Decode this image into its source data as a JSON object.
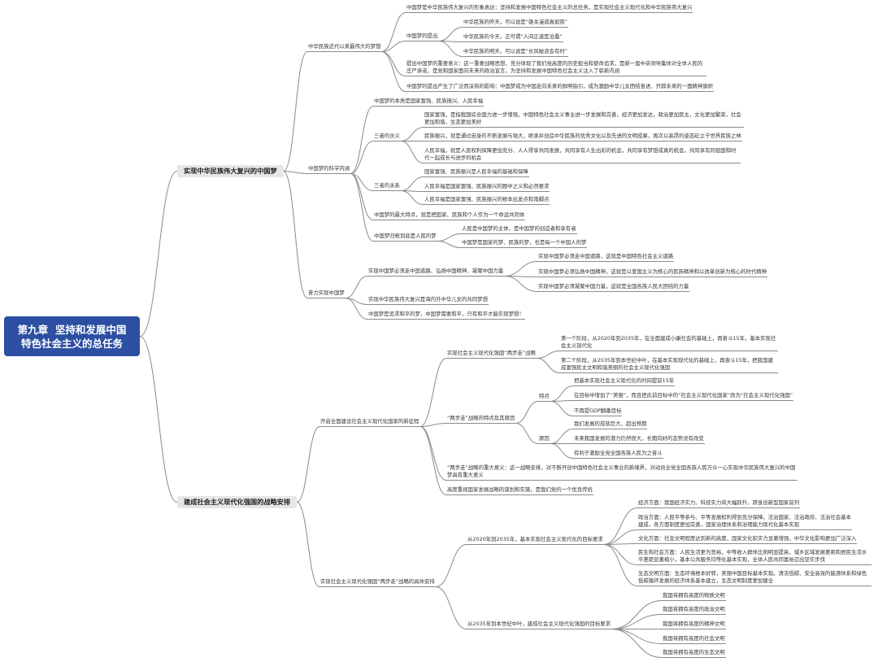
{
  "colors": {
    "root_bg": "#2c4fa3",
    "root_text": "#ffffff",
    "branch_bg": "#e6e6e6",
    "line": "#8a8a8a"
  },
  "root": {
    "lines": [
      "第九章  坚持和发展中国",
      "特色社会主义的总任务"
    ]
  },
  "branches": [
    {
      "label": "实现中华民族伟大复兴的中国梦",
      "children": [
        {
          "label": "中华民族近代以来最伟大的梦想",
          "children": [
            {
              "label": "中国梦是中华民族伟大复兴的形象表达：坚持和发展中国特色社会主义的总任务，是实现社会主义现代化和中华民族伟大复兴"
            },
            {
              "label": "中国梦的提出",
              "children": [
                {
                  "label": "中华民族的昨天，可以说是“雄关漫道真如铁”"
                },
                {
                  "label": "中华民族的今天，正可谓“人间正道是沧桑”"
                },
                {
                  "label": "中华民族的明天，可以说是“长风破浪会有时”"
                }
              ]
            },
            {
              "label": "提出中国梦的重要意义：这一重要战略思想，充分体现了我们党高度的历史担当和使命追求，是新一届中央领导集体对全体人民的庄严承诺，是党和国家面向未来的政治宣言，为坚持和发展中国特色社会主义注入了崭新内涵"
            },
            {
              "label": "中国梦的提出产生了广泛而深刻的影响：中国梦成为中国走向未来的鲜明指引，成为激励中华儿女团结奋进、开辟未来的一面精神旗帜"
            }
          ]
        },
        {
          "label": "中国梦的科学内涵",
          "children": [
            {
              "label": "中国梦的本质是国家富强、民族振兴、人民幸福"
            },
            {
              "label": "三者的含义",
              "children": [
                {
                  "label": "国家富强，是指我国综合国力进一步增强，中国特色社会主义事业进一步发展和完善，经济更加发达，政治更加民主，文化更加繁荣，社会更加和谐，生态更加美好"
                },
                {
                  "label": "民族振兴，就是通过自身的不断发展与强大，继承并创造中华民族的优秀文化以及先进的文明成果，再次以高昂的姿态屹立于世界民族之林"
                },
                {
                  "label": "人民幸福，就是人民权利保障更加充分、人人得享共同发展，共同享有人生出彩的机会，共同享有梦想成真的机会，共同享有同祖国和时代一起成长与进步的机会"
                }
              ]
            },
            {
              "label": "三者的关系",
              "children": [
                {
                  "label": "国家富强、民族振兴是人民幸福的基础和保障"
                },
                {
                  "label": "人民幸福是国家富强、民族振兴的题中之义和必然要求"
                },
                {
                  "label": "人民幸福是国家富强、民族振兴的根本出发点和落脚点"
                }
              ]
            },
            {
              "label": "中国梦的最大特点，就是把国家、民族和个人作为一个命运共同体"
            },
            {
              "label": "中国梦归根到底是人民的梦",
              "children": [
                {
                  "label": "人民是中国梦的主体，是中国梦的创造者和享有者"
                },
                {
                  "label": "中国梦是国家的梦、民族的梦，也是每一个中国人的梦"
                }
              ]
            }
          ]
        },
        {
          "label": "奋力实现中国梦",
          "children": [
            {
              "label": "实现中国梦必须走中国道路、弘扬中国精神、凝聚中国力量",
              "children": [
                {
                  "label": "实现中国梦必须走中国道路，这就是中国特色社会主义道路"
                },
                {
                  "label": "实现中国梦必须弘扬中国精神，这就是以爱国主义为核心的民族精神和以改革创新为核心的时代精神"
                },
                {
                  "label": "实现中国梦必须凝聚中国力量，这就是全国各族人民大团结的力量"
                }
              ]
            },
            {
              "label": "实现中华民族伟大复兴是海内外中华儿女的共同梦想"
            },
            {
              "label": "中国梦是追求和平的梦，中国梦需要和平，只有和平才能实现梦想！"
            }
          ]
        }
      ]
    },
    {
      "label": "建成社会主义现代化强国的战略安排",
      "children": [
        {
          "label": "开启全面建设社会主义现代化国家的新征程",
          "children": [
            {
              "label": "实现社会主义现代化强国“两步走”战略",
              "children": [
                {
                  "label": "第一个阶段，从2020年到2035年，在全面建成小康社会的基础上，再奋斗15年，基本实现社会主义现代化"
                },
                {
                  "label": "第二个阶段，从2035年到本世纪中叶，在基本实现现代化的基础上，再奋斗15年，把我国建成富强民主文明和谐美丽的社会主义现代化强国"
                }
              ]
            },
            {
              "label": "“两步走”战略的特点及其原因",
              "children": [
                {
                  "label": "特点",
                  "children": [
                    {
                      "label": "把基本实现社会主义现代化的时间提前15年"
                    },
                    {
                      "label": "在目标中增加了“美丽”，而且把此前目标中的“社会主义现代化国家”改为“社会主义现代化强国”"
                    },
                    {
                      "label": "不再提GDP翻番目标"
                    }
                  ]
                },
                {
                  "label": "原因",
                  "children": [
                    {
                      "label": "我们发展的成就巨大，超出预期"
                    },
                    {
                      "label": "未来我国发展的潜力仍然很大，长期向好的态势没有改变"
                    },
                    {
                      "label": "有利于激励全党全国各族人民为之奋斗"
                    }
                  ]
                }
              ]
            },
            {
              "label": "“两步走”战略的重大意义：这一战略安排，对不断开创中国特色社会主义事业的新境界，对动员全党全国各族人民万众一心实现中华民族伟大复兴的中国梦具有重大意义"
            },
            {
              "label": "高度重视国家发展战略的谋划和实施，是我们党的一个优良传统"
            }
          ]
        },
        {
          "label": "实现社会主义现代化强国“两步走”战略的具体安排",
          "children": [
            {
              "label": "从2020年到2035年，基本实现社会主义现代化的目标要求",
              "children": [
                {
                  "label": "经济方面：我国经济实力、科技实力将大幅跃升，跻身创新型国家前列"
                },
                {
                  "label": "政治方面：人民平等参与、平等发展权利得到充分保障，法治国家、法治政府、法治社会基本建成，各方面制度更加完善，国家治理体系和治理能力现代化基本实现"
                },
                {
                  "label": "文化方面：社会文明程度达到新的高度，国家文化软实力显著增强，中华文化影响更加广泛深入"
                },
                {
                  "label": "民生和社会方面：人民生活更为宽裕，中等收入群体比例明显提高，城乡区域发展差距和居民生活水平差距显著缩小，基本公共服务均等化基本实现，全体人民共同富裕迈出坚实步伐"
                },
                {
                  "label": "生态文明方面：生态环境根本好转，美丽中国目标基本实现。清洁低碳、安全高效的能源体系和绿色低碳循环发展的经济体系基本建立，生态文明制度更加健全"
                }
              ]
            },
            {
              "label": "从2035年到本世纪中叶，建成社会主义现代化强国的目标要求",
              "children": [
                {
                  "label": "我国将拥有高度的物质文明"
                },
                {
                  "label": "我国将拥有高度的政治文明"
                },
                {
                  "label": "我国将拥有高度的精神文明"
                },
                {
                  "label": "我国将拥有高度的社会文明"
                },
                {
                  "label": "我国将拥有高度的生态文明"
                }
              ]
            }
          ]
        }
      ]
    }
  ]
}
